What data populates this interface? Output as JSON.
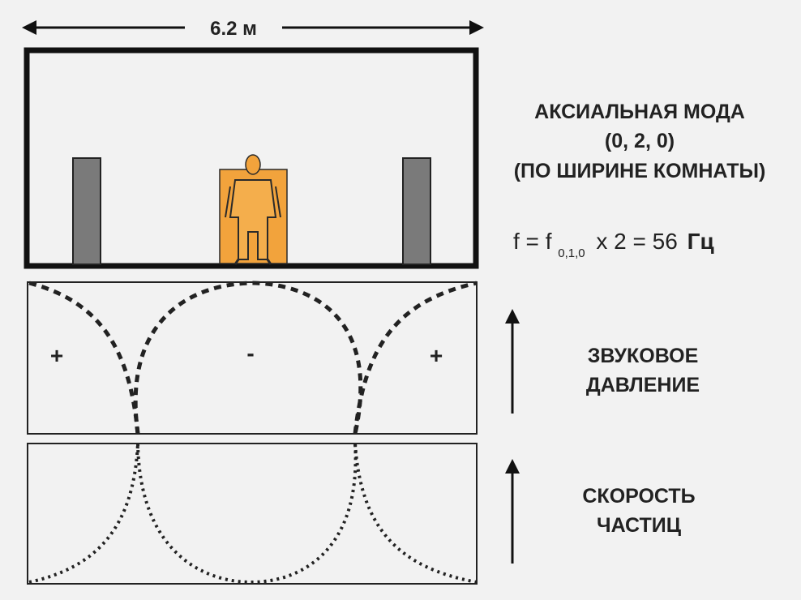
{
  "dimension": {
    "label": "6.2 м"
  },
  "room": {
    "figure": "seated-person-icon",
    "speakers": [
      "left-speaker",
      "right-speaker"
    ]
  },
  "mode": {
    "title": "АКСИАЛЬНАЯ МОДА",
    "indices": "(0, 2, 0)",
    "note": "(ПО ШИРИНЕ КОМНАТЫ)"
  },
  "formula": {
    "lhs": "f = f",
    "subscript": "0,1,0",
    "rhs": "x 2 = 56",
    "unit": "Гц"
  },
  "pressure": {
    "label_line1": "ЗВУКОВОЕ",
    "label_line2": "ДАВЛЕНИЕ",
    "signs": [
      "+",
      "-",
      "+"
    ]
  },
  "velocity": {
    "label_line1": "СКОРОСТЬ",
    "label_line2": "ЧАСТИЦ"
  },
  "colors": {
    "background": "#f2f2f2",
    "frame": "#111111",
    "speaker": "#7a7a7a",
    "figure_fill": "#f2a33c",
    "figure_outline": "#2a2a2a"
  }
}
